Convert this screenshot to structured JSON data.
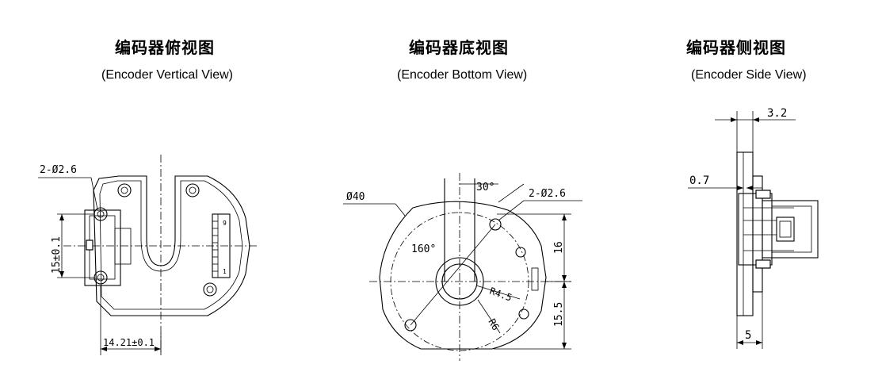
{
  "views": {
    "vertical": {
      "title_cn": "编码器俯视图",
      "title_en": "(Encoder Vertical View)",
      "dim_holes": "2-Ø2.6",
      "dim_height": "15±0.1",
      "dim_width": "14.21±0.1",
      "pin_top": "9",
      "pin_bottom": "1"
    },
    "bottom": {
      "title_cn": "编码器底视图",
      "title_en": "(Encoder Bottom View)",
      "dim_diameter": "Ø40",
      "dim_angle_top": "30°",
      "dim_holes": "2-Ø2.6",
      "dim_angle_slot": "160°",
      "dim_r_inner": "R4.5",
      "dim_r_outer": "R6",
      "dim_upper": "16",
      "dim_lower": "15.5"
    },
    "side": {
      "title_cn": "编码器侧视图",
      "title_en": "(Encoder Side View)",
      "dim_top": "3.2",
      "dim_left": "0.7",
      "dim_bottom": "5"
    }
  }
}
